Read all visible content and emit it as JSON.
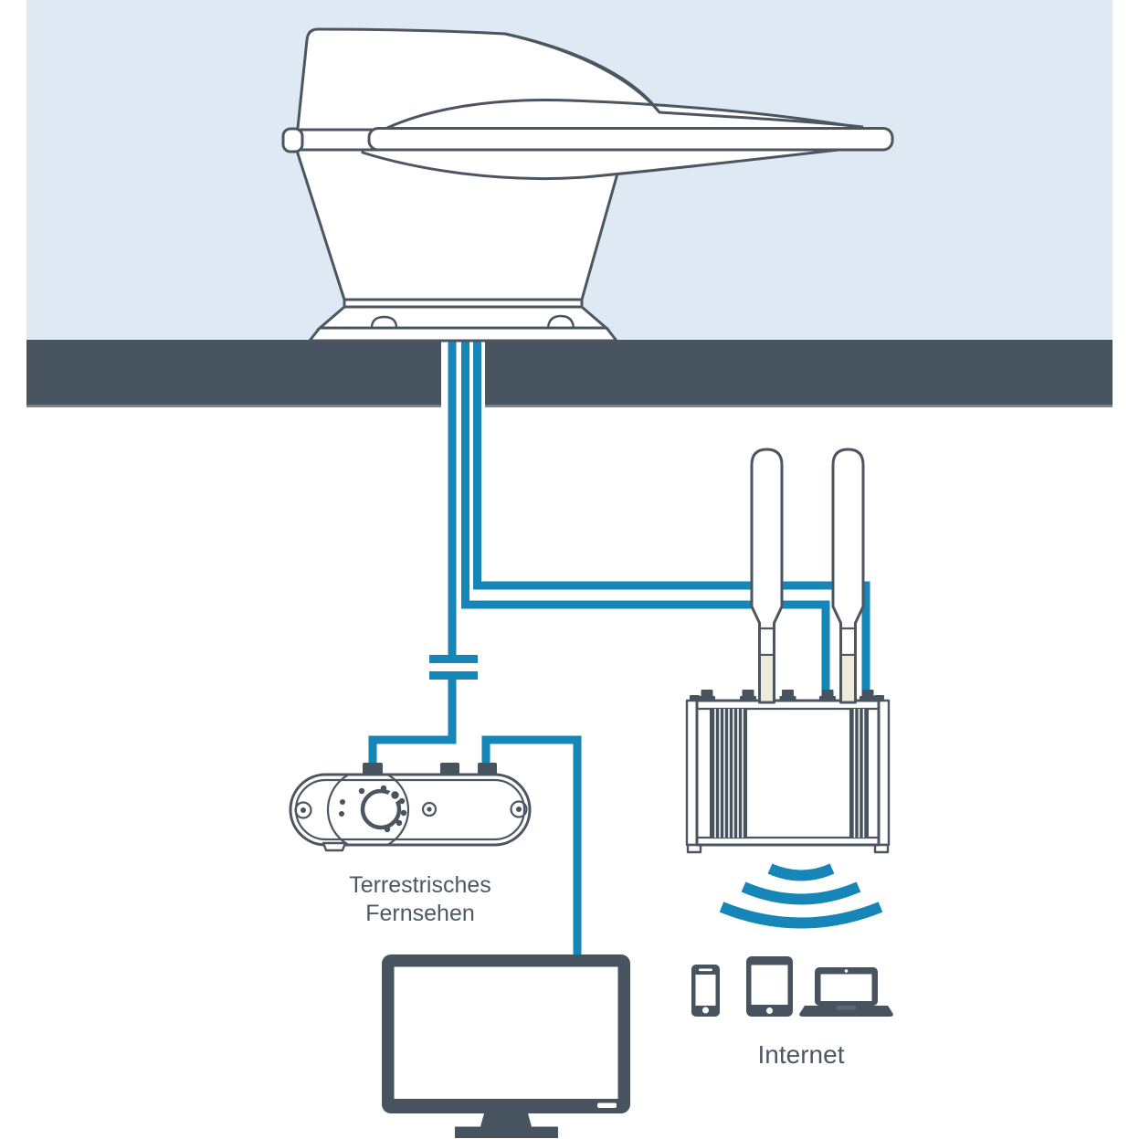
{
  "diagram": {
    "labels": {
      "amplifier": {
        "line1": "Terrestrisches",
        "line2": "Fernsehen"
      },
      "internet": "Internet"
    },
    "colors": {
      "sky": "#dfe9f4",
      "roof": "#48545f",
      "roof_edge": "#78848e",
      "cable": "#1685b7",
      "outline": "#4b5661",
      "fill_dark": "#47535e",
      "text": "#4c5864",
      "antenna_tip": "#efebdc"
    },
    "icons": [
      "roof-antenna-icon",
      "capacitor-symbol",
      "tv-amplifier-icon",
      "router-icon",
      "router-antenna-icon",
      "wifi-signal-icon",
      "smartphone-icon",
      "tablet-icon",
      "laptop-icon",
      "tv-icon"
    ]
  }
}
